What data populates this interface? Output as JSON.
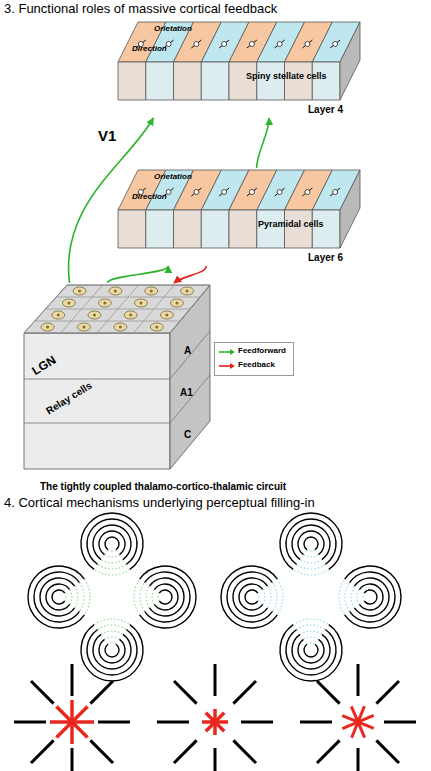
{
  "diagram": {
    "title": "3. Functional roles of massive cortical feedback",
    "caption": "The tightly coupled thalamo-cortico-thalamic circuit",
    "nodes": [
      {
        "text": [
          "Orietation",
          "Direction",
          "Spiny stellate cells",
          "Layer 4"
        ]
      },
      {
        "text": [
          "Orietation",
          "Direction",
          "Pyramidal cells",
          "Layer 6"
        ]
      },
      {
        "text": [
          "LGN",
          "Relay cells",
          "A",
          "A1",
          "C"
        ]
      }
    ],
    "edges": [
      {
        "from": 2,
        "to": 0,
        "arrow": "to"
      },
      {
        "from": 2,
        "to": 1,
        "arrow": "to"
      },
      {
        "from": 1,
        "to": 0,
        "arrow": "to"
      },
      {
        "from": 1,
        "to": 2,
        "arrow": "to"
      }
    ],
    "labels": [
      "V1",
      "4. Cortical mechanisms underlying perceptual filling-in"
    ],
    "legend": [
      {
        "text": "Feedforward"
      },
      {
        "text": "Feedback"
      }
    ]
  }
}
